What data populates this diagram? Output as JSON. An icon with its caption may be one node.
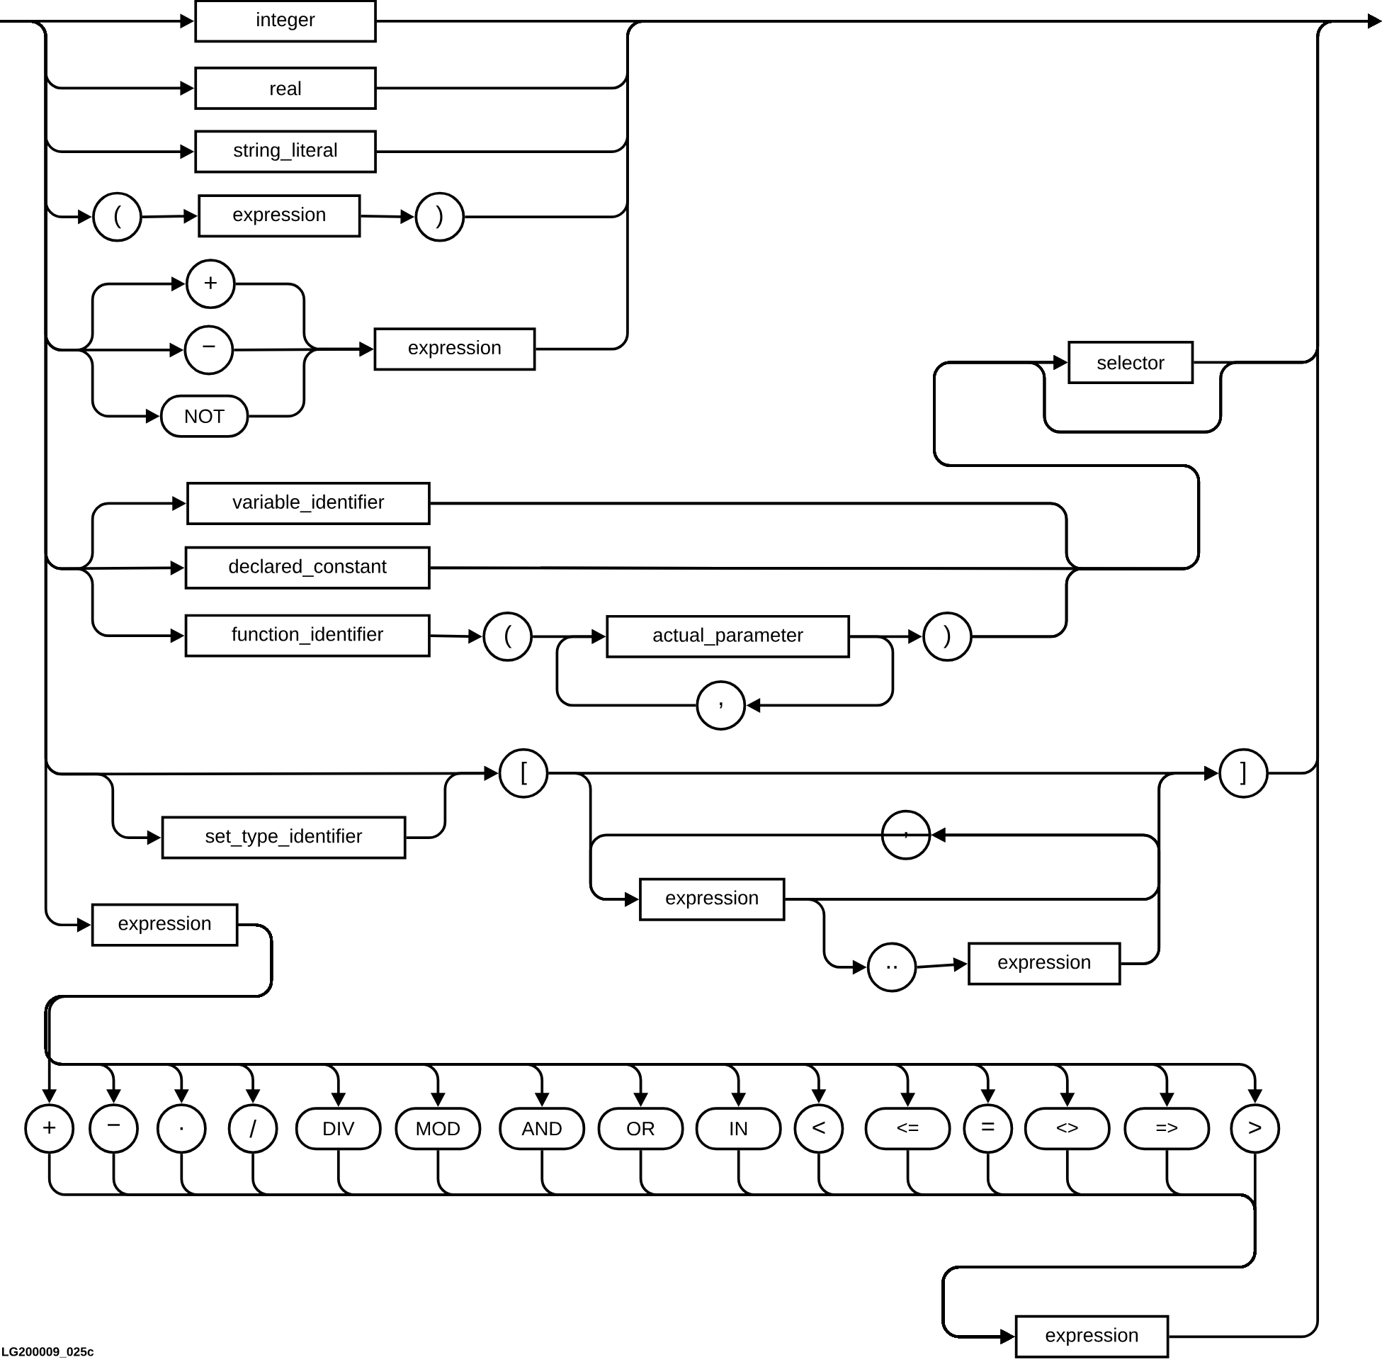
{
  "diagram": {
    "nodes": [
      {
        "text": [
          "integer"
        ]
      },
      {
        "text": [
          "real"
        ]
      },
      {
        "text": [
          "string_literal"
        ]
      },
      {
        "text": [
          "("
        ]
      },
      {
        "text": [
          "expression"
        ]
      },
      {
        "text": [
          ")"
        ]
      },
      {
        "text": [
          "+"
        ]
      },
      {
        "text": [
          "−"
        ]
      },
      {
        "text": [
          "NOT"
        ]
      },
      {
        "text": [
          "expression"
        ]
      },
      {
        "text": [
          "selector"
        ]
      },
      {
        "text": [
          "variable_identifier"
        ]
      },
      {
        "text": [
          "declared_constant"
        ]
      },
      {
        "text": [
          "function_identifier"
        ]
      },
      {
        "text": [
          "("
        ]
      },
      {
        "text": [
          "actual_parameter"
        ]
      },
      {
        "text": [
          ")"
        ]
      },
      {
        "text": [
          ","
        ]
      },
      {
        "text": [
          "set_type_identifier"
        ]
      },
      {
        "text": [
          "["
        ]
      },
      {
        "text": [
          "]"
        ]
      },
      {
        "text": [
          ","
        ]
      },
      {
        "text": [
          "expression"
        ]
      },
      {
        "text": [
          ".."
        ]
      },
      {
        "text": [
          "expression"
        ]
      },
      {
        "text": [
          "expression"
        ]
      },
      {
        "text": [
          "+"
        ]
      },
      {
        "text": [
          "−"
        ]
      },
      {
        "text": [
          "."
        ]
      },
      {
        "text": [
          "/"
        ]
      },
      {
        "text": [
          "DIV"
        ]
      },
      {
        "text": [
          "MOD"
        ]
      },
      {
        "text": [
          "AND"
        ]
      },
      {
        "text": [
          "OR"
        ]
      },
      {
        "text": [
          "IN"
        ]
      },
      {
        "text": [
          "<"
        ]
      },
      {
        "text": [
          "<="
        ]
      },
      {
        "text": [
          "="
        ]
      },
      {
        "text": [
          "<>"
        ]
      },
      {
        "text": [
          "=>"
        ]
      },
      {
        "text": [
          ">"
        ]
      },
      {
        "text": [
          "expression"
        ]
      }
    ],
    "edges": [
      {
        "from": null,
        "to": 0,
        "arrow": "to"
      },
      {
        "from": null,
        "to": 1,
        "arrow": "to"
      },
      {
        "from": null,
        "to": 2,
        "arrow": "to"
      },
      {
        "from": null,
        "to": 3,
        "arrow": "to"
      },
      {
        "from": null,
        "to": 6,
        "arrow": "to"
      },
      {
        "from": null,
        "to": 7,
        "arrow": "to"
      },
      {
        "from": null,
        "to": 8,
        "arrow": "to"
      },
      {
        "from": null,
        "to": 11,
        "arrow": "to"
      },
      {
        "from": null,
        "to": 12,
        "arrow": "to"
      },
      {
        "from": null,
        "to": 13,
        "arrow": "to"
      },
      {
        "from": null,
        "to": 18,
        "arrow": "to"
      },
      {
        "from": null,
        "to": 19,
        "arrow": "to"
      },
      {
        "from": null,
        "to": 25,
        "arrow": "to"
      },
      {
        "from": 0,
        "to": null,
        "arrow": "to"
      },
      {
        "from": 1,
        "to": null,
        "arrow": "to"
      },
      {
        "from": 2,
        "to": null,
        "arrow": "to"
      },
      {
        "from": 3,
        "to": 4,
        "arrow": "to"
      },
      {
        "from": 4,
        "to": 5,
        "arrow": "to"
      },
      {
        "from": 5,
        "to": null,
        "arrow": "to"
      },
      {
        "from": 6,
        "to": 9,
        "arrow": "to"
      },
      {
        "from": 7,
        "to": 9,
        "arrow": "to"
      },
      {
        "from": 8,
        "to": 9,
        "arrow": "to"
      },
      {
        "from": 9,
        "to": null,
        "arrow": "to"
      },
      {
        "from": 10,
        "to": null,
        "arrow": "to"
      },
      {
        "from": 11,
        "to": 10,
        "arrow": "to"
      },
      {
        "from": 11,
        "to": null,
        "arrow": "to"
      },
      {
        "from": 12,
        "to": 10,
        "arrow": "to"
      },
      {
        "from": 12,
        "to": null,
        "arrow": "to"
      },
      {
        "from": 13,
        "to": 14,
        "arrow": "to"
      },
      {
        "from": 14,
        "to": 15,
        "arrow": "to"
      },
      {
        "from": 15,
        "to": 16,
        "arrow": "to"
      },
      {
        "from": 15,
        "to": 17,
        "arrow": "to"
      },
      {
        "from": 17,
        "to": 15,
        "arrow": "to"
      },
      {
        "from": 16,
        "to": 10,
        "arrow": "to"
      },
      {
        "from": 16,
        "to": null,
        "arrow": "to"
      },
      {
        "from": 18,
        "to": 19,
        "arrow": "to"
      },
      {
        "from": 19,
        "to": 20,
        "arrow": "to"
      },
      {
        "from": 19,
        "to": 22,
        "arrow": "to"
      },
      {
        "from": 22,
        "to": 20,
        "arrow": "to"
      },
      {
        "from": 22,
        "to": 21,
        "arrow": "to"
      },
      {
        "from": 22,
        "to": 23,
        "arrow": "to"
      },
      {
        "from": 21,
        "to": 22,
        "arrow": "to"
      },
      {
        "from": 23,
        "to": 24,
        "arrow": "to"
      },
      {
        "from": 24,
        "to": 20,
        "arrow": "to"
      },
      {
        "from": 24,
        "to": 21,
        "arrow": "to"
      },
      {
        "from": 20,
        "to": null,
        "arrow": "to"
      },
      {
        "from": 25,
        "to": 26,
        "arrow": "to"
      },
      {
        "from": 25,
        "to": 27,
        "arrow": "to"
      },
      {
        "from": 25,
        "to": 28,
        "arrow": "to"
      },
      {
        "from": 25,
        "to": 29,
        "arrow": "to"
      },
      {
        "from": 25,
        "to": 30,
        "arrow": "to"
      },
      {
        "from": 25,
        "to": 31,
        "arrow": "to"
      },
      {
        "from": 25,
        "to": 32,
        "arrow": "to"
      },
      {
        "from": 25,
        "to": 33,
        "arrow": "to"
      },
      {
        "from": 25,
        "to": 34,
        "arrow": "to"
      },
      {
        "from": 25,
        "to": 35,
        "arrow": "to"
      },
      {
        "from": 25,
        "to": 36,
        "arrow": "to"
      },
      {
        "from": 25,
        "to": 37,
        "arrow": "to"
      },
      {
        "from": 25,
        "to": 38,
        "arrow": "to"
      },
      {
        "from": 25,
        "to": 39,
        "arrow": "to"
      },
      {
        "from": 25,
        "to": 40,
        "arrow": "to"
      },
      {
        "from": 26,
        "to": 41,
        "arrow": "to"
      },
      {
        "from": 27,
        "to": 41,
        "arrow": "to"
      },
      {
        "from": 28,
        "to": 41,
        "arrow": "to"
      },
      {
        "from": 29,
        "to": 41,
        "arrow": "to"
      },
      {
        "from": 30,
        "to": 41,
        "arrow": "to"
      },
      {
        "from": 31,
        "to": 41,
        "arrow": "to"
      },
      {
        "from": 32,
        "to": 41,
        "arrow": "to"
      },
      {
        "from": 33,
        "to": 41,
        "arrow": "to"
      },
      {
        "from": 34,
        "to": 41,
        "arrow": "to"
      },
      {
        "from": 35,
        "to": 41,
        "arrow": "to"
      },
      {
        "from": 36,
        "to": 41,
        "arrow": "to"
      },
      {
        "from": 37,
        "to": 41,
        "arrow": "to"
      },
      {
        "from": 38,
        "to": 41,
        "arrow": "to"
      },
      {
        "from": 39,
        "to": 41,
        "arrow": "to"
      },
      {
        "from": 40,
        "to": 41,
        "arrow": "to"
      },
      {
        "from": 41,
        "to": null,
        "arrow": "to"
      }
    ],
    "labels": [
      "LG200009_025c"
    ]
  }
}
